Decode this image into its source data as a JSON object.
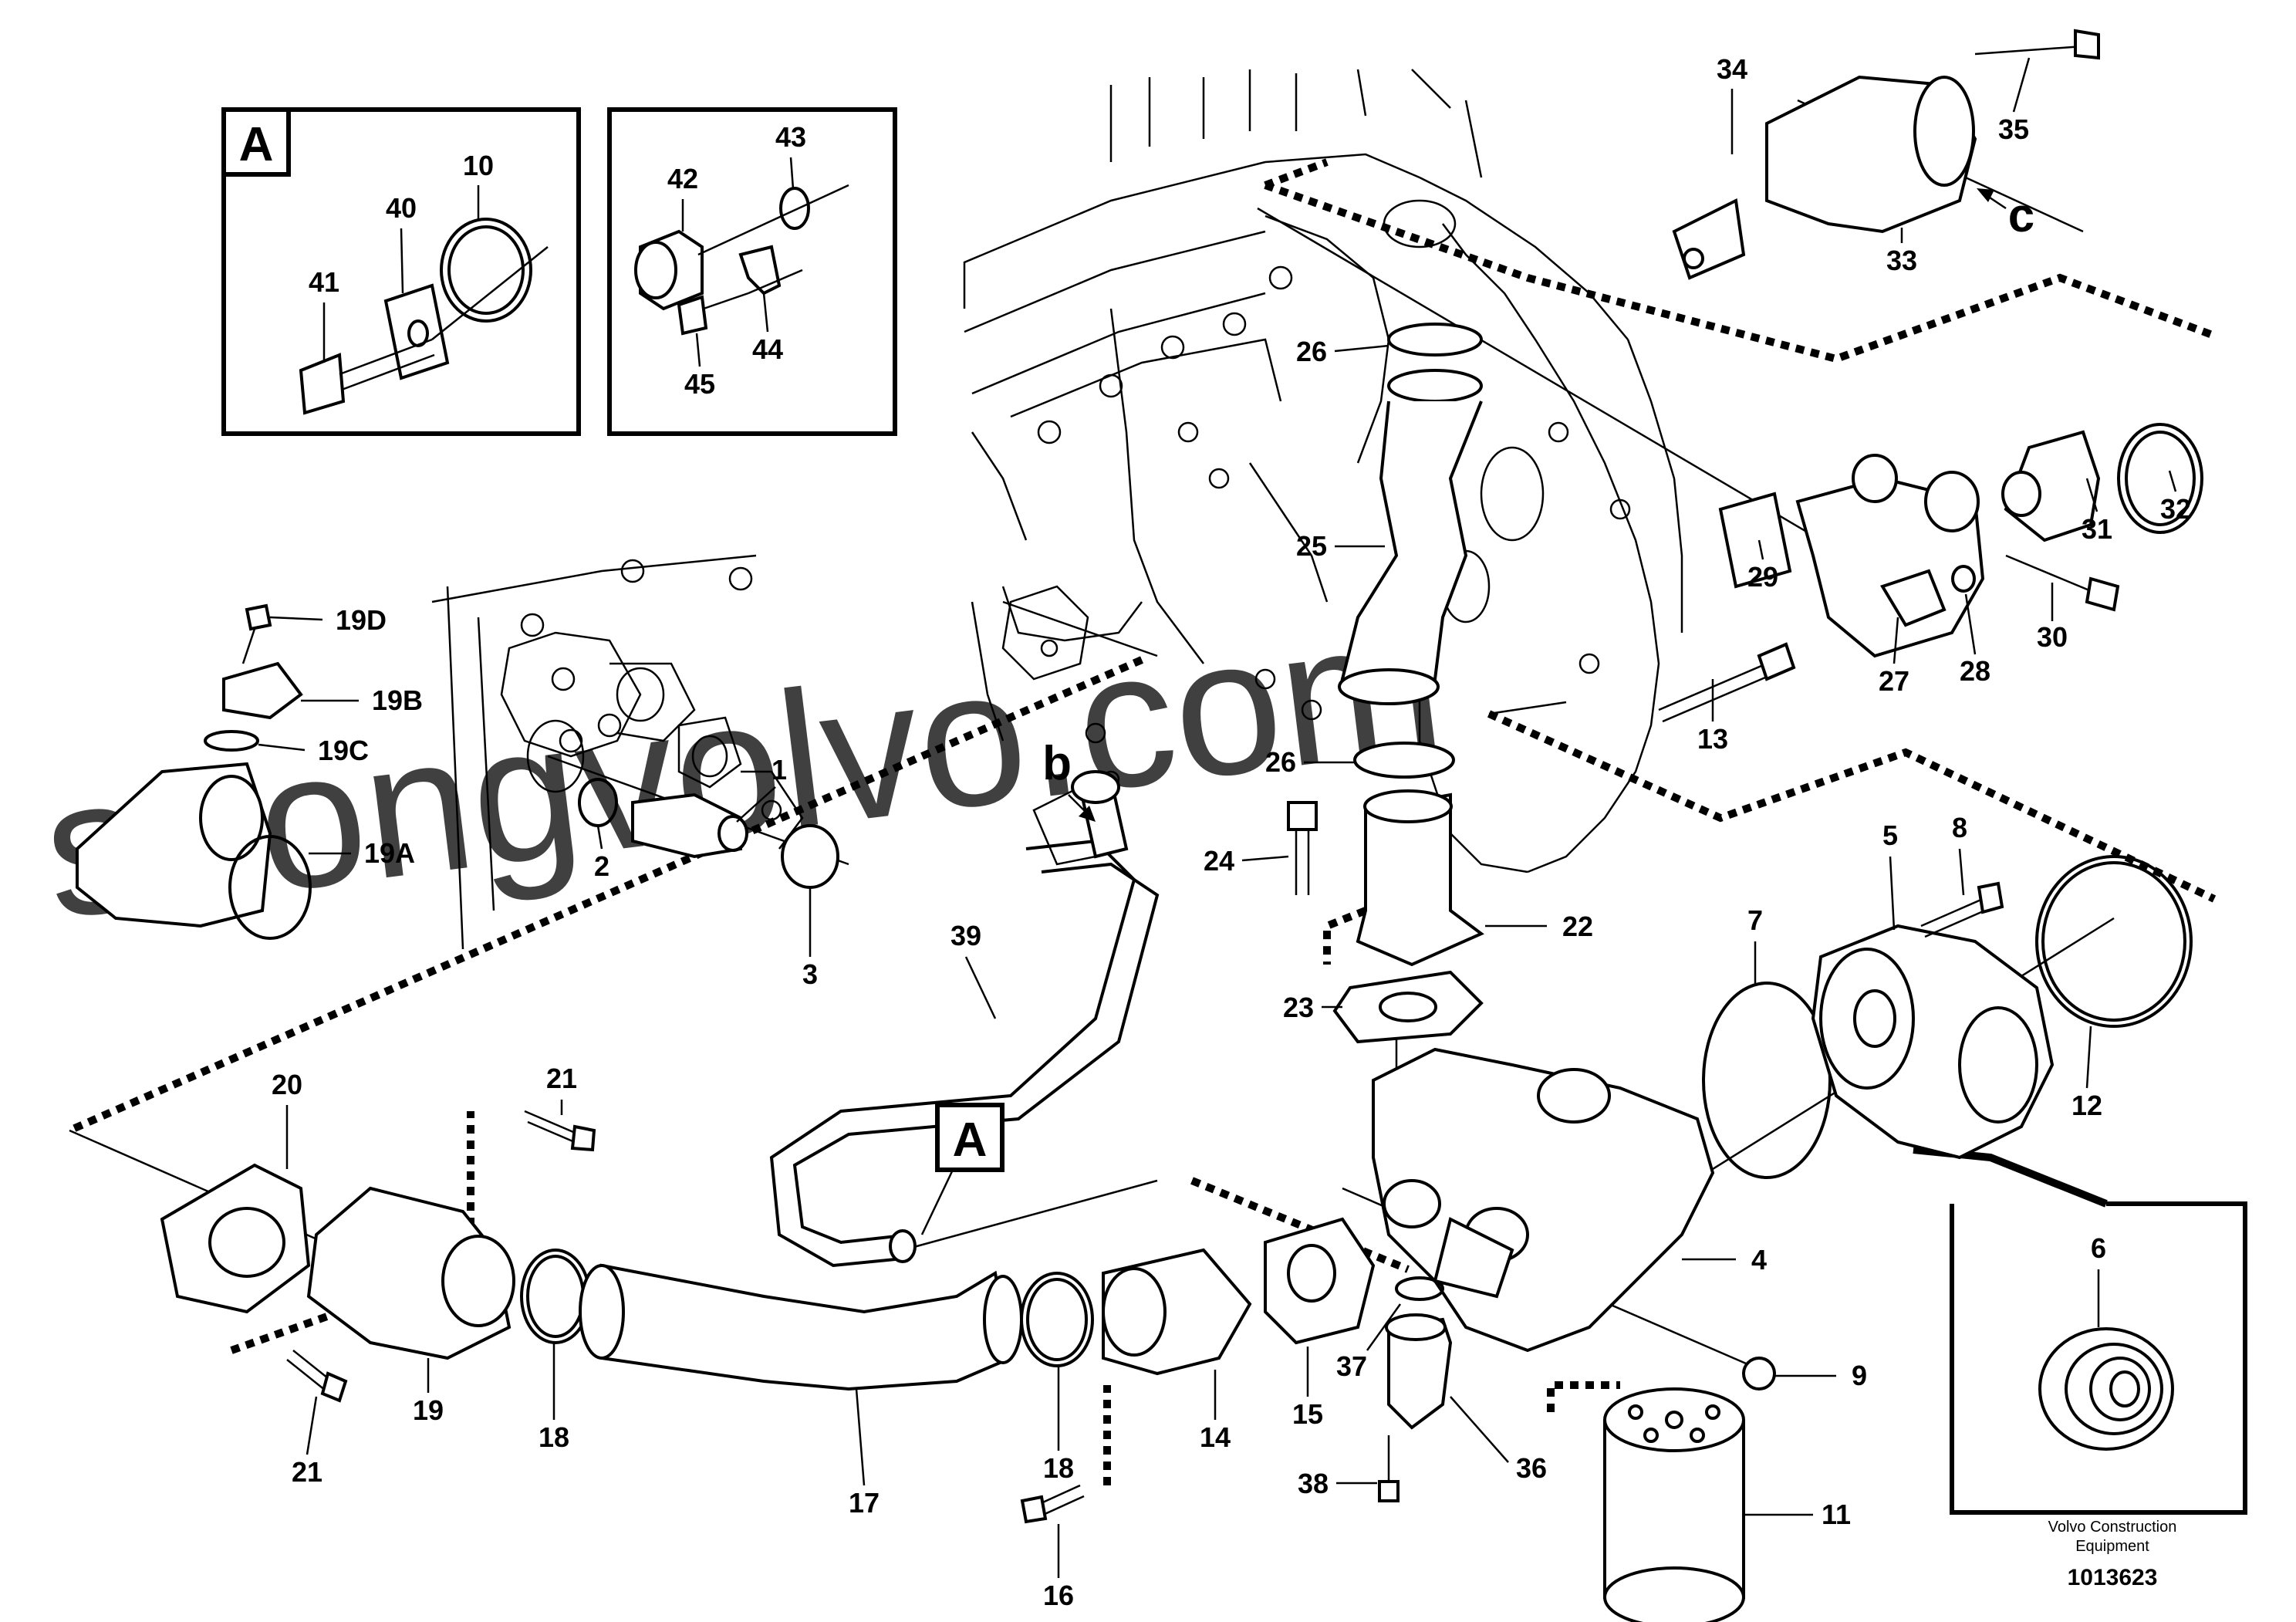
{
  "watermark": "strongvolvo.com",
  "insets": [
    {
      "letter": "A"
    }
  ],
  "callout_markers": [
    "A",
    "b",
    "c"
  ],
  "labels": [
    "1",
    "2",
    "3",
    "4",
    "5",
    "6",
    "7",
    "8",
    "9",
    "10",
    "11",
    "12",
    "13",
    "14",
    "15",
    "16",
    "17",
    "18",
    "18",
    "19",
    "19A",
    "19B",
    "19C",
    "19D",
    "20",
    "21",
    "21",
    "22",
    "23",
    "24",
    "25",
    "26",
    "26",
    "27",
    "28",
    "29",
    "30",
    "31",
    "32",
    "33",
    "34",
    "35",
    "36",
    "37",
    "38",
    "39",
    "40",
    "41",
    "42",
    "43",
    "44",
    "45"
  ],
  "footer": {
    "company_line1": "Volvo Construction",
    "company_line2": "Equipment",
    "drawing_number": "1013623"
  }
}
